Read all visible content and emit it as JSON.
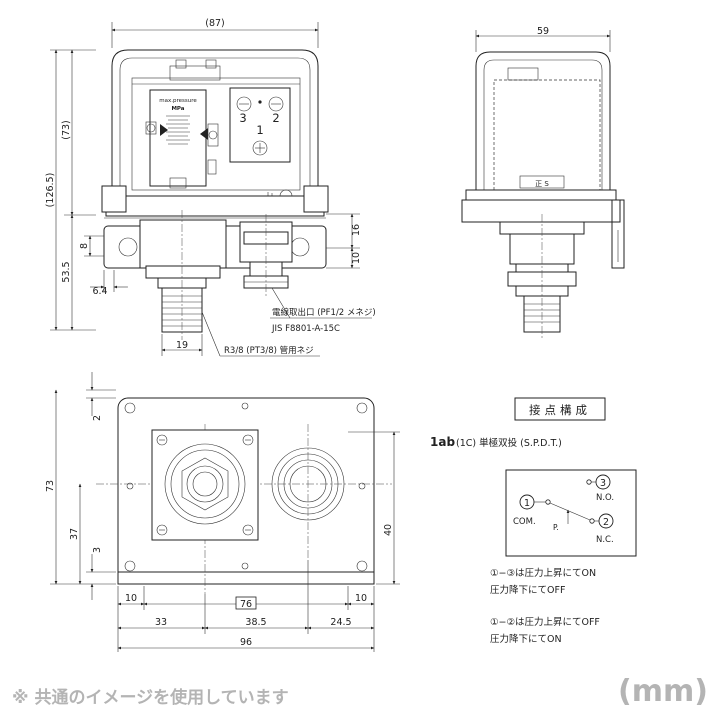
{
  "front_view": {
    "dims": {
      "width_top": "(87)",
      "height_upper": "(73)",
      "height_total": "(126.5)",
      "height_lower": "53.5",
      "height_mid": "8",
      "offset": "6.4",
      "port_width": "19",
      "right_upper": "16",
      "right_lower": "10"
    },
    "gauge_brand": "max.pressure",
    "gauge_unit": "MPa",
    "terminal_numbers": [
      "3",
      "2",
      "1"
    ],
    "callout_conduit": "電線取出口 (PF1/2 メネジ)",
    "callout_jis": "JIS F8801-A-15C",
    "callout_thread": "R3/8 (PT3/8) 管用ネジ"
  },
  "side_view": {
    "dims": {
      "width": "59"
    },
    "nameplate": "正 S"
  },
  "bottom_view": {
    "dims": {
      "top_offset": "2",
      "height": "73",
      "center_height": "37",
      "bottom_offset": "3",
      "right_height": "40",
      "left_edge": "10",
      "hole_pitch": "76",
      "right_edge": "10",
      "left_to_port": "33",
      "port_pitch": "38.5",
      "port_to_right": "24.5",
      "total_width": "96"
    }
  },
  "contacts": {
    "heading": "接点構成",
    "type_bold": "1ab",
    "type_rest": "(1C)  単極双投  (S.P.D.T.)",
    "terminals": {
      "com_num": "1",
      "no_num": "3",
      "nc_num": "2"
    },
    "label_no": "N.O.",
    "label_nc": "N.C.",
    "label_com": "COM.",
    "label_p": "P.",
    "rule1_line1": "①−③は圧力上昇にてON",
    "rule1_line2": "圧力降下にてOFF",
    "rule2_line1": "①−②は圧力上昇にてOFF",
    "rule2_line2": "圧力降下にてON"
  },
  "footer": {
    "note": "※ 共通のイメージを使用しています",
    "unit": "(mm)"
  }
}
